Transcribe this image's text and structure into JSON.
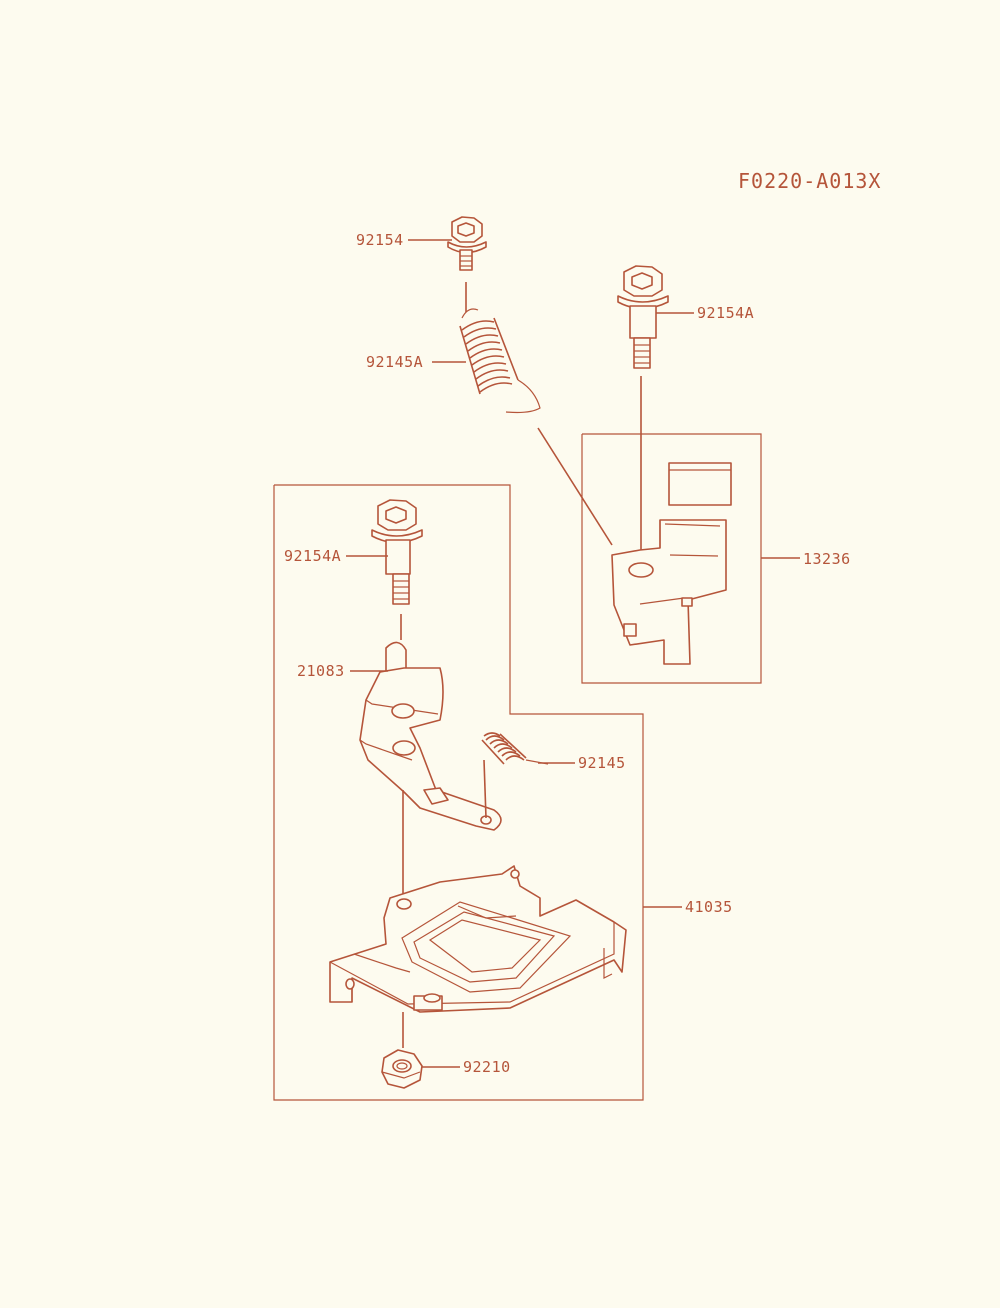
{
  "diagram": {
    "code": "F0220-A013X",
    "parts": [
      {
        "id": "p-92154",
        "label": "92154"
      },
      {
        "id": "p-92145A",
        "label": "92145A"
      },
      {
        "id": "p-92154A-top",
        "label": "92154A"
      },
      {
        "id": "p-13236",
        "label": "13236"
      },
      {
        "id": "p-92154A-bottom",
        "label": "92154A"
      },
      {
        "id": "p-21083",
        "label": "21083"
      },
      {
        "id": "p-92145",
        "label": "92145"
      },
      {
        "id": "p-41035",
        "label": "41035"
      },
      {
        "id": "p-92210",
        "label": "92210"
      }
    ]
  },
  "colors": {
    "line": "#b5553a",
    "background": "#fdfbef"
  }
}
